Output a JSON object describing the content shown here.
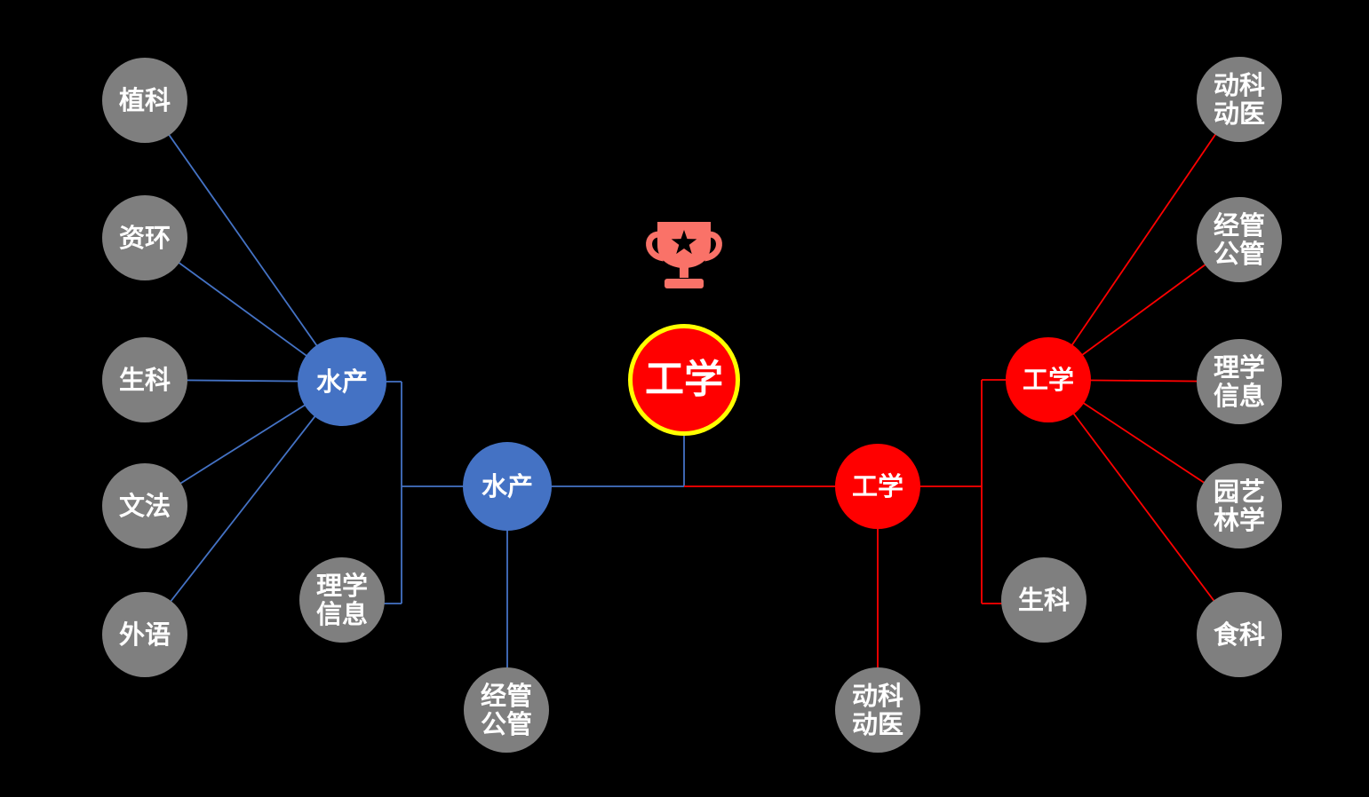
{
  "colors": {
    "background": "#000000",
    "gray": "#7F7F7F",
    "blue": "#4472C4",
    "red": "#FF0000",
    "ring": "#FFFF00",
    "trophy": "#FA7268",
    "line_blue": "#4472C4",
    "line_red": "#FF0000",
    "text": "#FFFFFF"
  },
  "nodes": {
    "zhike": {
      "label": "植科"
    },
    "zihuan": {
      "label": "资环"
    },
    "shengke_left": {
      "label": "生科"
    },
    "wenfa": {
      "label": "文法"
    },
    "waiyu": {
      "label": "外语"
    },
    "shuichan_r1": {
      "label": "水产"
    },
    "lixue_left": {
      "label": "理学\n信息"
    },
    "shuichan_r2": {
      "label": "水产"
    },
    "jingguan_left": {
      "label": "经管\n公管"
    },
    "champion": {
      "label": "工学"
    },
    "gongxue_mid": {
      "label": "工学"
    },
    "dongke_bottom": {
      "label": "动科\n动医"
    },
    "gongxue_right": {
      "label": "工学"
    },
    "shengke_right": {
      "label": "生科"
    },
    "dongke_right": {
      "label": "动科\n动医"
    },
    "jingguan_right": {
      "label": "经管\n公管"
    },
    "lixue_right": {
      "label": "理学\n信息"
    },
    "yuanyi": {
      "label": "园艺\n林学"
    },
    "shike": {
      "label": "食科"
    }
  }
}
